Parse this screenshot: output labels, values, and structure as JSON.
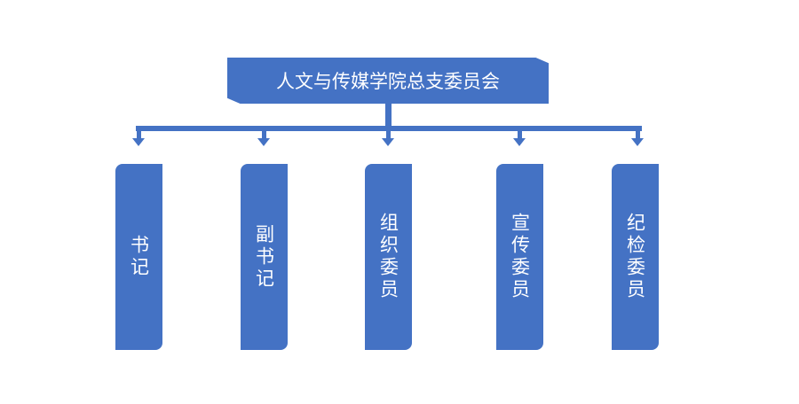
{
  "title": "人文与传媒学院总支委员会",
  "colors": {
    "box": "#4472C4"
  },
  "members": [
    "书记",
    "副书记",
    "组织委员",
    "宣传委员",
    "纪检委员"
  ]
}
